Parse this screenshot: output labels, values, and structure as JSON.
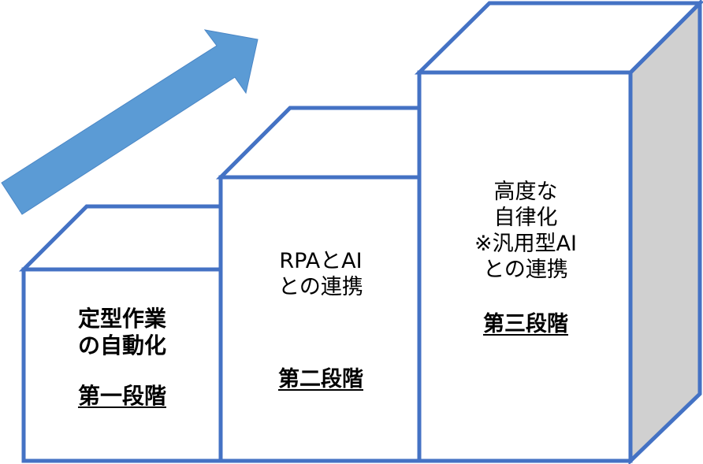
{
  "colors": {
    "outline": "#4472C4",
    "arrow_fill": "#5B9BD5",
    "side_fill": "#D0D0D0",
    "face_fill": "#FFFFFF",
    "text": "#000000"
  },
  "arrow": {
    "icon": "up-right-arrow-icon",
    "meaning": "progression"
  },
  "steps": [
    {
      "description_lines": [
        "定型作業",
        "の自動化"
      ],
      "stage": "第一段階"
    },
    {
      "description_lines": [
        "RPAとAI",
        "との連携"
      ],
      "stage": "第二段階"
    },
    {
      "description_lines": [
        "高度な",
        "自律化",
        "※汎用型AI",
        "との連携"
      ],
      "stage": "第三段階"
    }
  ]
}
